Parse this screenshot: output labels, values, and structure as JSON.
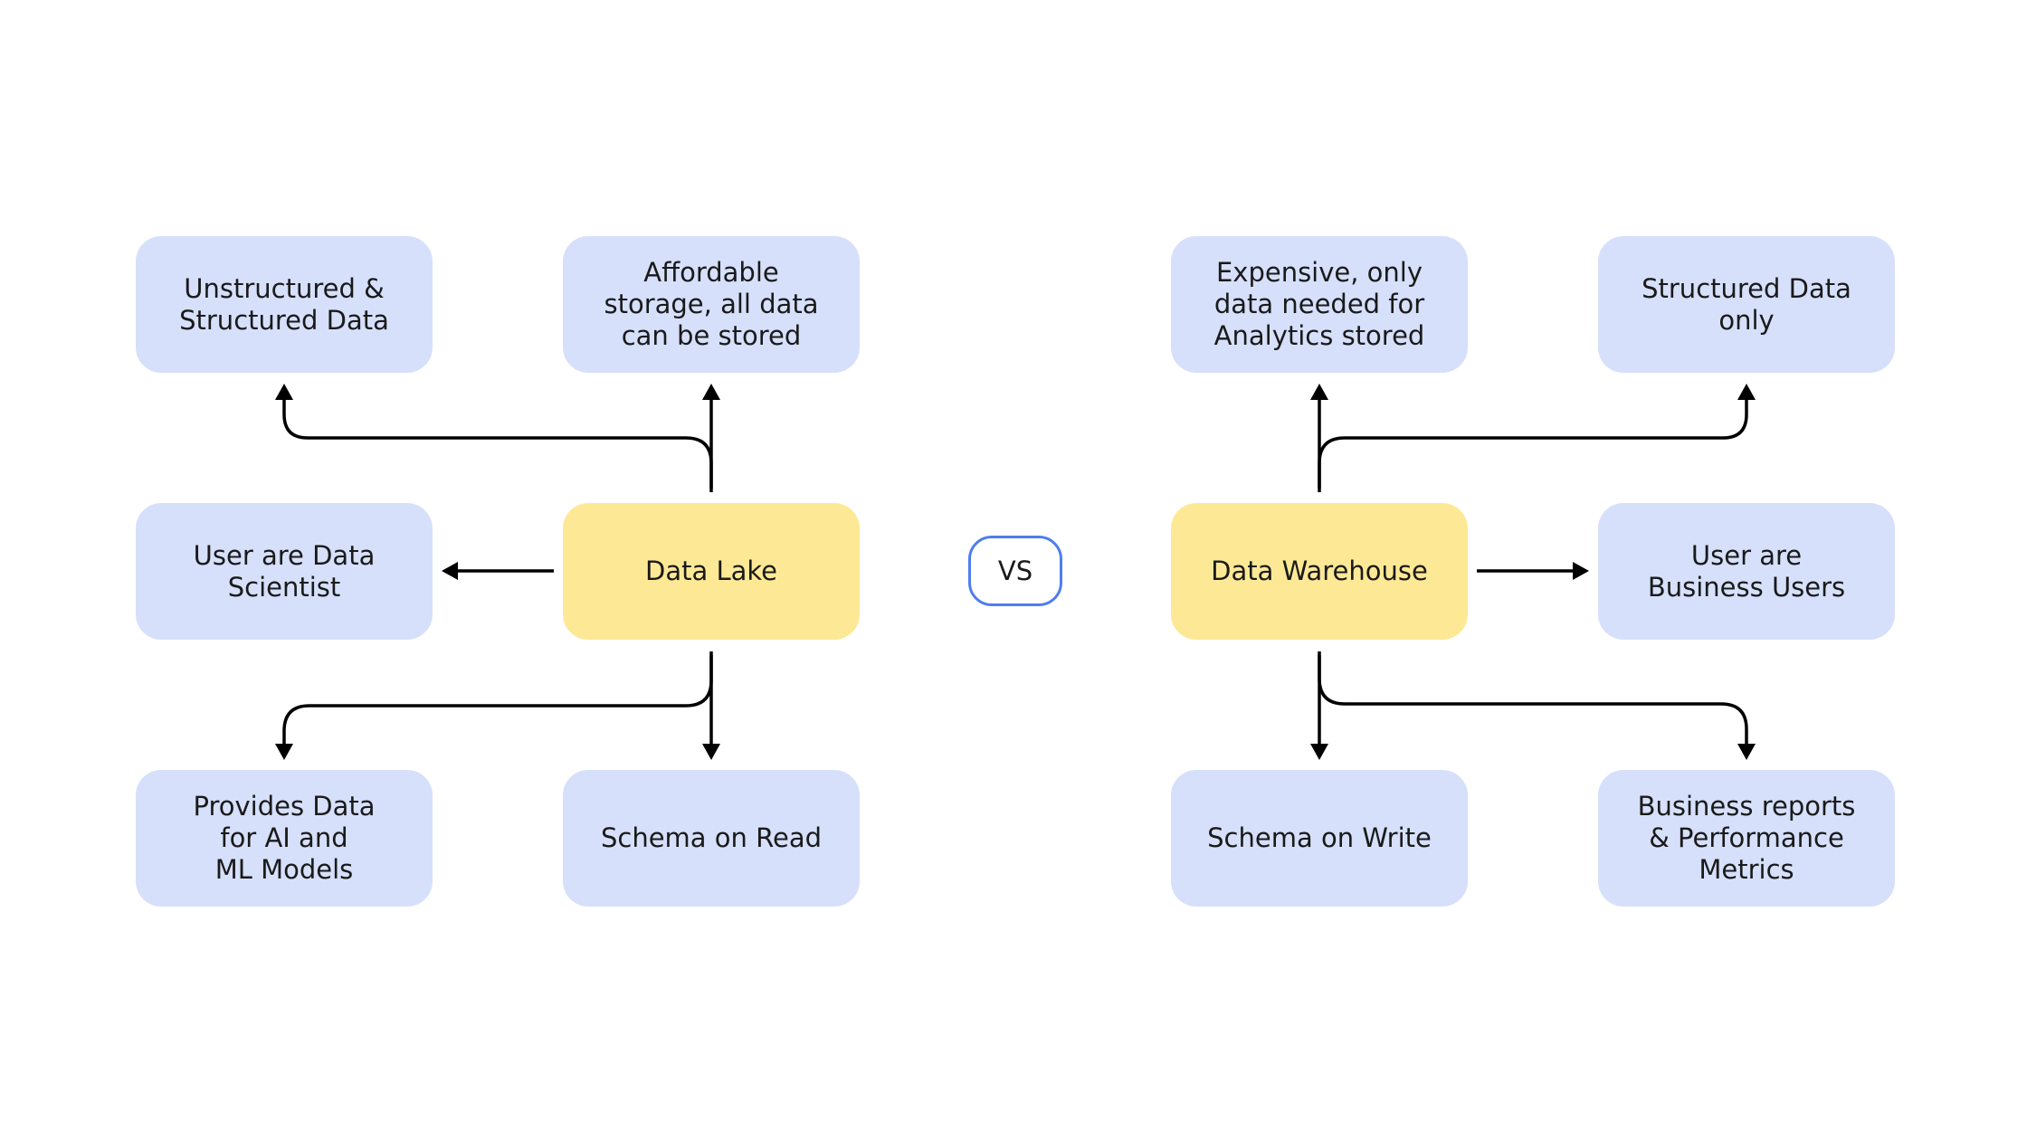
{
  "colors": {
    "feature_box": "#d6e0fb",
    "core_box": "#fde995",
    "vs_border": "#4f7df0",
    "connector": "#000000"
  },
  "vs_label": "VS",
  "data_lake": {
    "center": "Data Lake",
    "top_left": "Unstructured &\nStructured Data",
    "top_right": "Affordable\nstorage, all data\ncan be stored",
    "left": "User are Data\nScientist",
    "bottom_left": "Provides Data\nfor AI and\nML Models",
    "bottom_right": "Schema on Read"
  },
  "data_warehouse": {
    "center": "Data Warehouse",
    "top_left": "Expensive, only\ndata needed for\nAnalytics stored",
    "top_right": "Structured Data\nonly",
    "right": "User are\nBusiness Users",
    "bottom_left": "Schema on Write",
    "bottom_right": "Business reports\n& Performance\nMetrics"
  }
}
